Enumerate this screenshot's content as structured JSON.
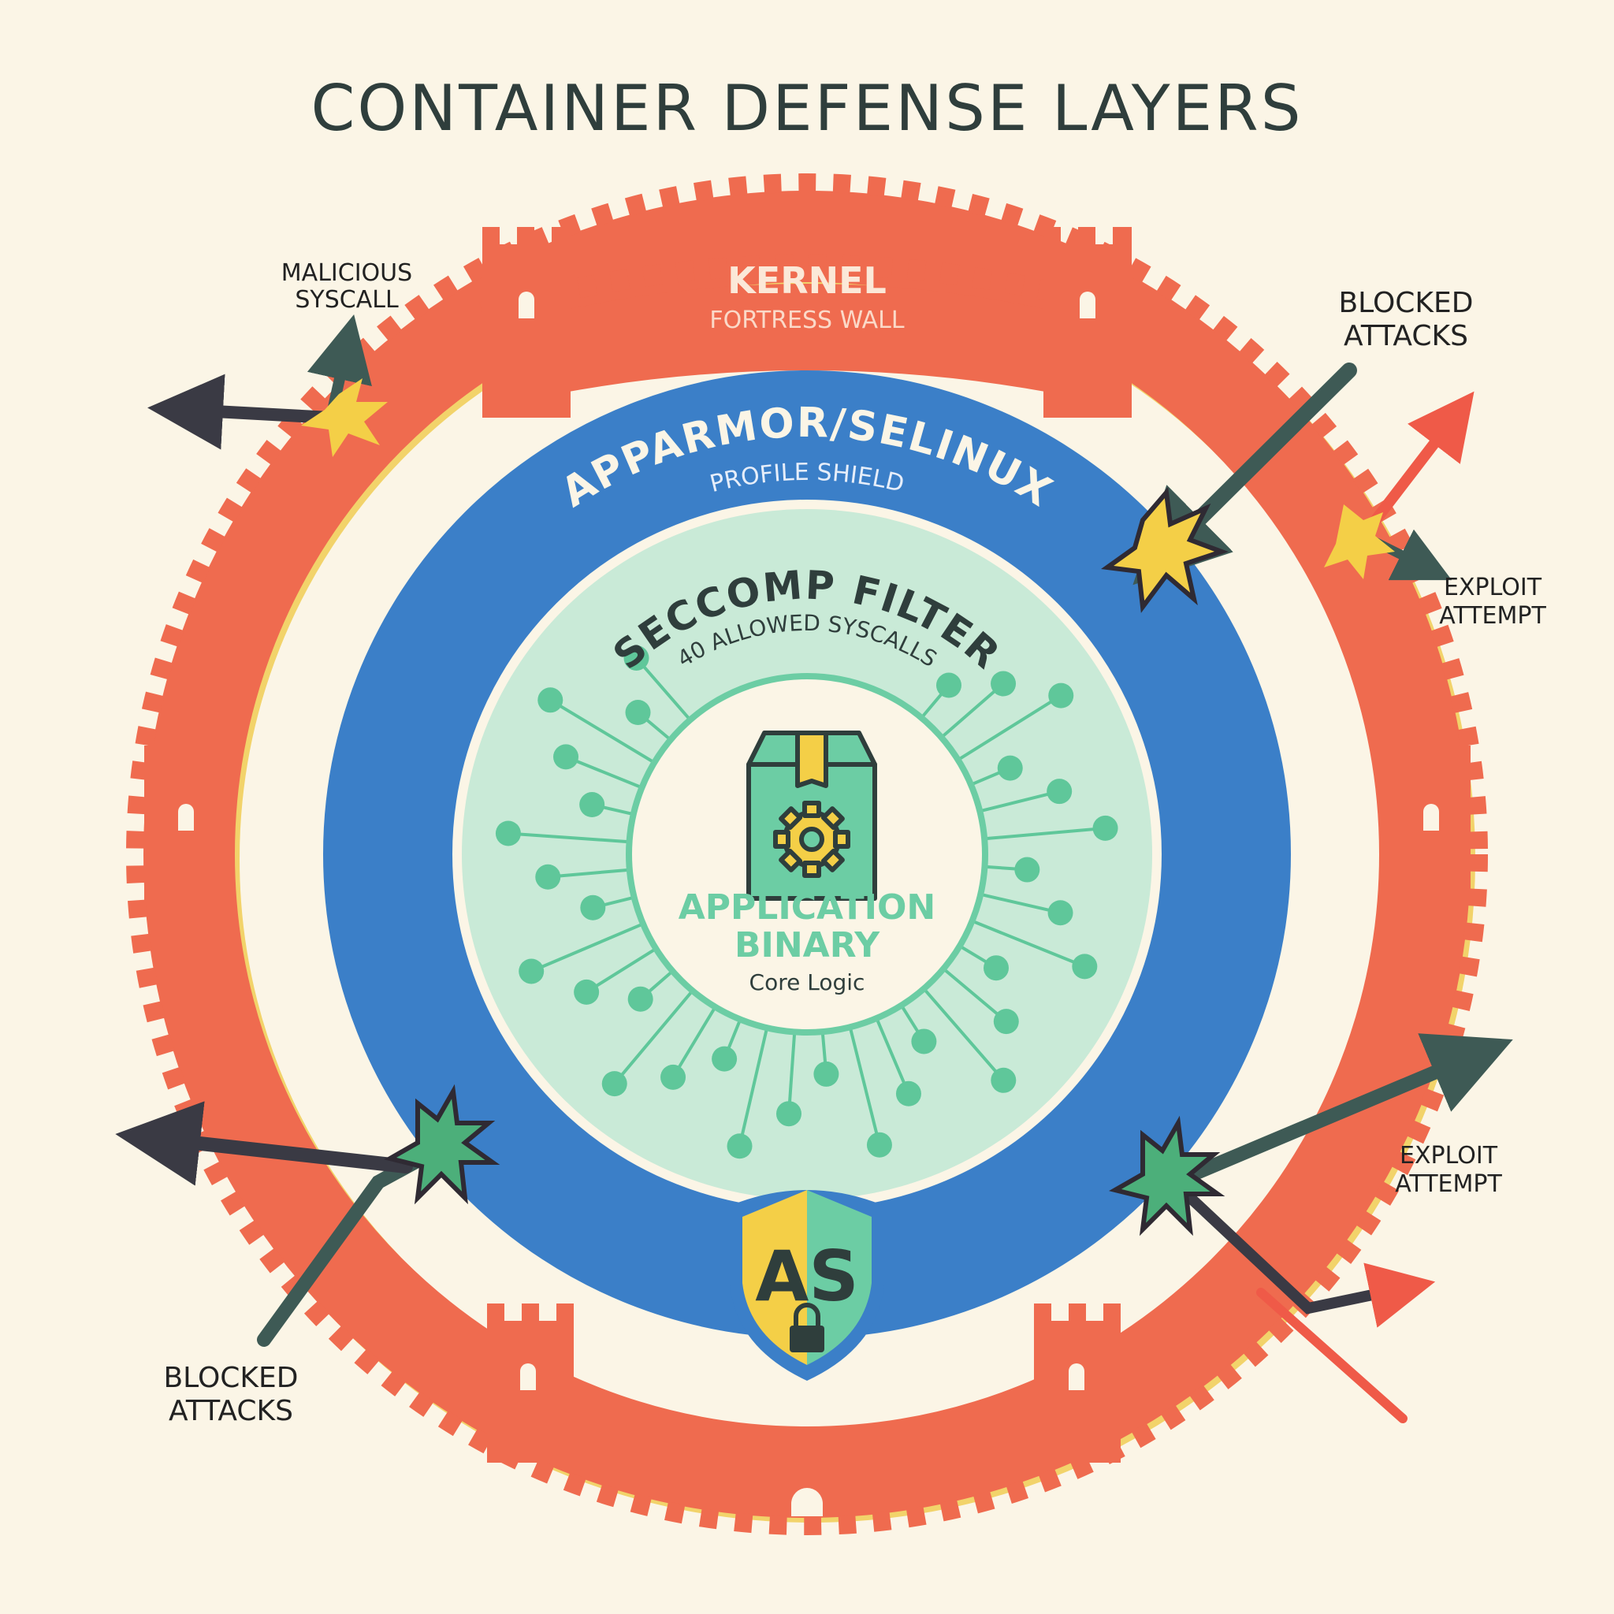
{
  "title": "CONTAINER DEFENSE LAYERS",
  "layers": {
    "kernel": {
      "label": "KERNEL",
      "sublabel": "FORTRESS WALL"
    },
    "mac": {
      "label": "APPARMOR/SELINUX",
      "sublabel": "PROFILE SHIELD"
    },
    "seccomp": {
      "label": "SECCOMP FILTER",
      "sublabel": "40 ALLOWED SYSCALLS"
    },
    "app": {
      "label_line1": "APPLICATION",
      "label_line2": "BINARY",
      "sublabel": "Core Logic"
    }
  },
  "shield_monogram": "AS",
  "annotations": {
    "malicious_syscall": [
      "MALICIOUS",
      "SYSCALL"
    ],
    "blocked_attacks_top": [
      "BLOCKED",
      "ATTACKS"
    ],
    "exploit_attempt_top": [
      "EXPLOIT",
      "ATTEMPT"
    ],
    "exploit_attempt_bottom": [
      "EXPLOIT",
      "ATTEMPT"
    ],
    "blocked_attacks_bottom": [
      "BLOCKED",
      "ATTACKS"
    ]
  },
  "colors": {
    "background": "#fbf5e6",
    "kernel": "#ef6b4f",
    "mac": "#3b7fc8",
    "seccomp": "#c9ead7",
    "node": "#5fc79a",
    "accent": "#f4cf47",
    "ink": "#2f3e3c"
  }
}
